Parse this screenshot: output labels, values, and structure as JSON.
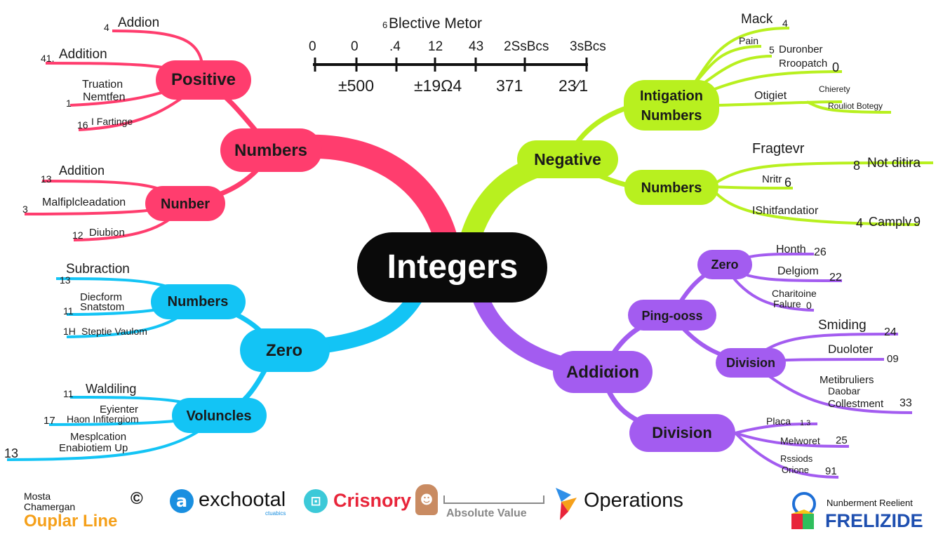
{
  "center": {
    "label": "Integers"
  },
  "number_line": {
    "title": "Blective Metor",
    "title_prefix": "6",
    "top_labels": [
      "0",
      "0",
      ".4",
      "12",
      "43",
      "2SsBcs",
      "3sBcs"
    ],
    "bottom_labels": [
      "±500",
      "±19Ω4",
      "371",
      "23⁄1"
    ]
  },
  "branches": {
    "pink": {
      "main": "Numbers",
      "sub1": {
        "label": "Positive",
        "leaves": [
          "Addion",
          "Addition",
          "Truation",
          "Nemtfen",
          "I Fartinge"
        ],
        "nums": [
          "4",
          "41.",
          "1",
          "16"
        ]
      },
      "sub2": {
        "label": "Nunber",
        "leaves": [
          "Addition",
          "Malfiplcleadation",
          "Diubion"
        ],
        "nums": [
          "13",
          "3",
          "12"
        ]
      }
    },
    "blue": {
      "main": "Zero",
      "sub1": {
        "label": "Numbers",
        "leaves": [
          "Subraction",
          "Diecform",
          "Snatstom",
          "Steptie Vaulom"
        ],
        "nums": [
          "13",
          "11",
          "1H"
        ]
      },
      "sub2": {
        "label": "Voluncles",
        "leaves": [
          "Waldiling",
          "Eyienter",
          "Haon Infitergiom",
          "Mesplcation",
          "Enabiotiem Up"
        ],
        "nums": [
          "11",
          "17",
          "13"
        ]
      }
    },
    "green": {
      "main": "Negative",
      "sub1": {
        "label_line1": "Intigation",
        "label_line2": "Numbers",
        "leaves": [
          "Mack",
          "Pain",
          "Duronber",
          "Rroopatch",
          "Otigiet",
          "Chierety",
          "Rouliot Botegy"
        ],
        "nums": [
          "4",
          "5",
          "0"
        ]
      },
      "sub2": {
        "label": "Numbers",
        "leaves": [
          "Fragtevr",
          "Nritr",
          "Not ditira",
          "IShitfandatior",
          "Camplv"
        ],
        "nums": [
          "6",
          "8",
          "4",
          "9"
        ]
      }
    },
    "purple": {
      "main": "Addiαion",
      "sub1": {
        "label": "Ping-ooss"
      },
      "sub1a": {
        "label": "Zero",
        "leaves": [
          "Honth",
          "Delgiom",
          "Charitoine",
          "Falure"
        ],
        "nums": [
          "26",
          "22",
          "0"
        ]
      },
      "sub1b": {
        "label": "Division",
        "leaves": [
          "Smiding",
          "Duoloter",
          "Metibruliers",
          "Daobar",
          "Collestment"
        ],
        "nums": [
          "24",
          "09",
          "33"
        ]
      },
      "sub2": {
        "label": "Division",
        "leaves": [
          "Placa",
          "Melworet",
          "Rssiods",
          "Orione"
        ],
        "nums": [
          "1.3",
          "25",
          "91"
        ]
      }
    }
  },
  "footer": {
    "brand1_line1": "Mosta",
    "brand1_line2": "Chamergan",
    "brand1_line3": "Ouplar Line",
    "copyright": "©",
    "brand2_icon": "a",
    "brand2": "exchootal",
    "brand2_sub": "ctuabics",
    "brand3": "Crisnory",
    "brand4": "Absolute Value",
    "brand5": "Operations",
    "brand6_line1": "Nunberment Reelient",
    "brand6_line2": "FRELIZIDE"
  },
  "colors": {
    "pink": "#ff3d6e",
    "blue": "#13c4f5",
    "green": "#b8f01f",
    "purple": "#a35cf0",
    "center": "#0a0a0a"
  }
}
